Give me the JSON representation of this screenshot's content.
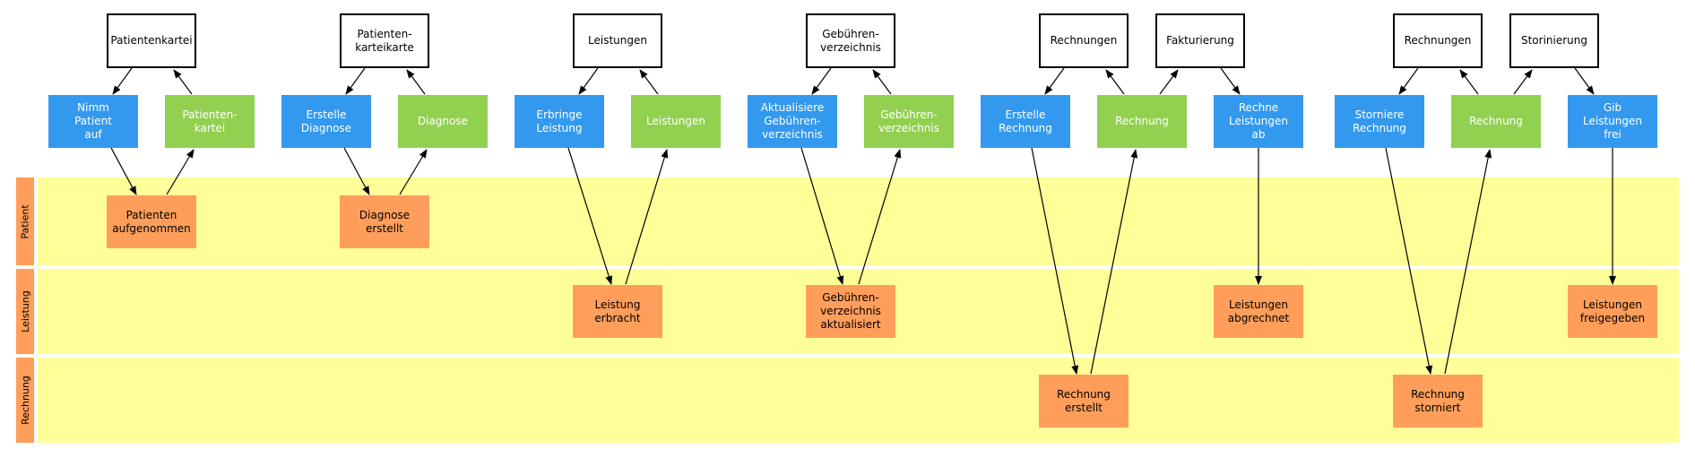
{
  "lanes": [
    "Patient",
    "Leistung",
    "Rechnung"
  ],
  "nodes": {
    "doc_patientenkartei": "Patientenkartei",
    "doc_patientenkarteikarte": "Patienten-\nkarteikarte",
    "doc_leistungen": "Leistungen",
    "doc_gebuehrenverzeichnis": "Gebühren-\nverzeichnis",
    "doc_rechnungen_1": "Rechnungen",
    "doc_fakturierung": "Fakturierung",
    "doc_rechnungen_2": "Rechnungen",
    "doc_stornierung": "Storinierung",
    "cmd_nimm_patient_auf": "Nimm\nPatient\nauf",
    "cmd_erstelle_diagnose": "Erstelle\nDiagnose",
    "cmd_erbringe_leistung": "Erbringe\nLeistung",
    "cmd_aktualisiere": "Aktualisiere\nGebühren-\nverzeichnis",
    "cmd_erstelle_rechnung": "Erstelle\nRechnung",
    "cmd_rechne_leistungen_ab": "Rechne\nLeistungen\nab",
    "cmd_storniere_rechnung": "Storniere\nRechnung",
    "cmd_gib_leistungen_frei": "Gib\nLeistungen\nfrei",
    "view_patientenkartei": "Patienten-\nkartei",
    "view_diagnose": "Diagnose",
    "view_leistungen": "Leistungen",
    "view_gebuehrenverzeichnis": "Gebühren-\nverzeichnis",
    "view_rechnung_1": "Rechnung",
    "view_rechnung_2": "Rechnung",
    "event_patienten_aufgenommen": "Patienten\naufgenommen",
    "event_diagnose_erstellt": "Diagnose\nerstellt",
    "event_leistung_erbracht": "Leistung\nerbracht",
    "event_gebuehren_aktualisiert": "Gebühren-\nverzeichnis\naktualisiert",
    "event_leistungen_abgerechnet": "Leistungen\nabgrechnet",
    "event_leistungen_freigegeben": "Leistungen\nfreigegeben",
    "event_rechnung_erstellt": "Rechnung\nerstellt",
    "event_rechnung_storniert": "Rechnung\nstorniert"
  },
  "colors": {
    "lane_band": "#ffff99",
    "lane_tab": "#ff9e5a",
    "command": "#3399ee",
    "read_model": "#92d050",
    "event": "#ff9e5a",
    "document": "#ffffff"
  }
}
